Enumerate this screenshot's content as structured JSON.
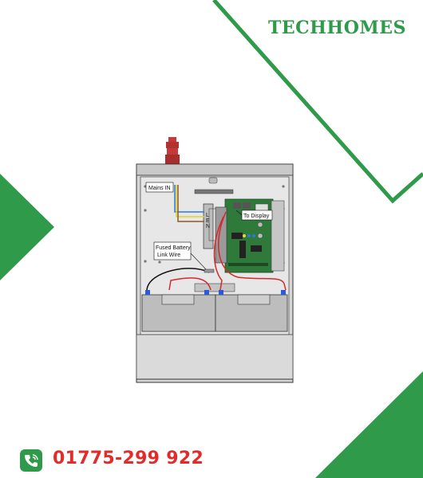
{
  "brand": {
    "name": "TECHHOMES",
    "accent_color": "#2f9a4a"
  },
  "diagram": {
    "labels": {
      "mains_in": "Mains IN",
      "to_display": "To Display",
      "fused_battery_line1": "Fused Battery",
      "fused_battery_line2": "Link Wire",
      "terminal_l": "L",
      "terminal_e": "E",
      "terminal_n": "N"
    }
  },
  "contact": {
    "phone": "01775-299 922",
    "phone_icon": "phone-icon",
    "phone_color": "#e22b2b"
  }
}
